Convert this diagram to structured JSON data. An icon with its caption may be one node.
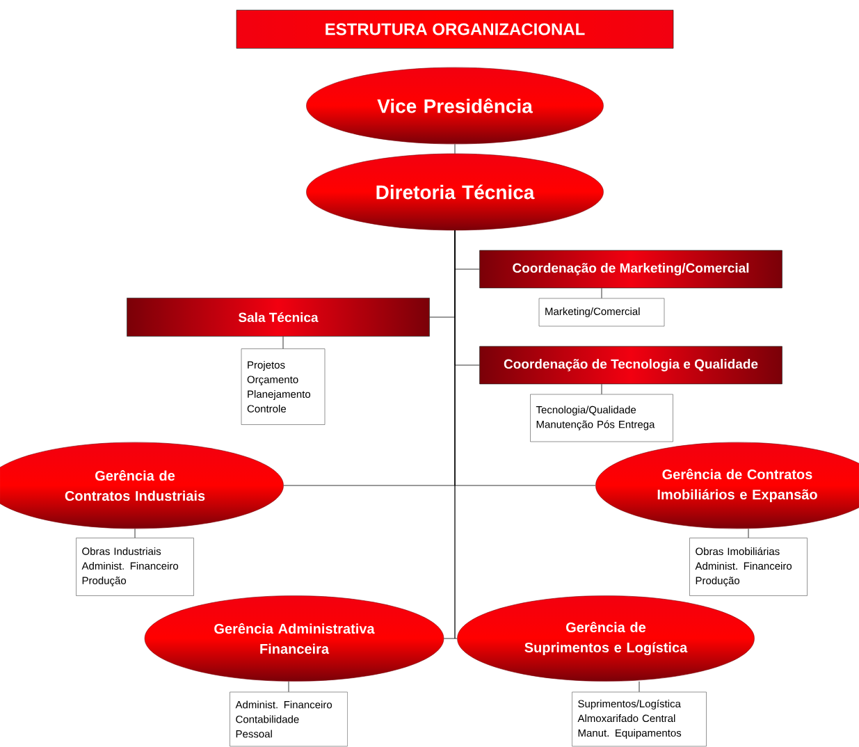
{
  "diagram": {
    "title": "ESTRUTURA ORGANIZACIONAL",
    "nodes": [
      {
        "text": [
          "Vice Presidência"
        ]
      },
      {
        "text": [
          "Diretoria Técnica"
        ]
      },
      {
        "text": [
          "Coordenação de Marketing/Comercial"
        ]
      },
      {
        "text": [
          "Marketing/Comercial"
        ]
      },
      {
        "text": [
          "Sala Técnica"
        ]
      },
      {
        "text": [
          "Projetos",
          "Orçamento",
          "Planejamento",
          "Controle"
        ]
      },
      {
        "text": [
          "Coordenação de Tecnologia e Qualidade"
        ]
      },
      {
        "text": [
          "Tecnologia/Qualidade",
          "Manutenção Pós Entrega"
        ]
      },
      {
        "text": [
          "Gerência de Contratos Industriais"
        ]
      },
      {
        "text": [
          "Gerência de Contratos Imobiliários e Expansão"
        ]
      },
      {
        "text": [
          "Obras Industriais",
          "Administ. Financeiro",
          "Produção"
        ]
      },
      {
        "text": [
          "Obras Imobiliárias",
          "Administ. Financeiro",
          "Produção"
        ]
      },
      {
        "text": [
          "Gerência Administrativa Financeira"
        ]
      },
      {
        "text": [
          "Gerência de Suprimentos e Logística"
        ]
      },
      {
        "text": [
          "Administ. Financeiro",
          "Contabilidade",
          "Pessoal"
        ]
      },
      {
        "text": [
          "Suprimentos/Logística",
          "Almoxarifado Central",
          "Manut. Equipamentos"
        ]
      }
    ],
    "edges": [
      {
        "from": 0,
        "to": 1,
        "arrow": "none"
      },
      {
        "from": 1,
        "to": 2,
        "arrow": "none"
      },
      {
        "from": 2,
        "to": 3,
        "arrow": "none"
      },
      {
        "from": 1,
        "to": 4,
        "arrow": "none"
      },
      {
        "from": 4,
        "to": 5,
        "arrow": "none"
      },
      {
        "from": 1,
        "to": 6,
        "arrow": "none"
      },
      {
        "from": 6,
        "to": 7,
        "arrow": "none"
      },
      {
        "from": 1,
        "to": 8,
        "arrow": "none"
      },
      {
        "from": 1,
        "to": 9,
        "arrow": "none"
      },
      {
        "from": 8,
        "to": 10,
        "arrow": "none"
      },
      {
        "from": 9,
        "to": 11,
        "arrow": "none"
      },
      {
        "from": 1,
        "to": 12,
        "arrow": "none"
      },
      {
        "from": 1,
        "to": 13,
        "arrow": "none"
      },
      {
        "from": 12,
        "to": 14,
        "arrow": "none"
      },
      {
        "from": 13,
        "to": 15,
        "arrow": "none"
      }
    ]
  }
}
